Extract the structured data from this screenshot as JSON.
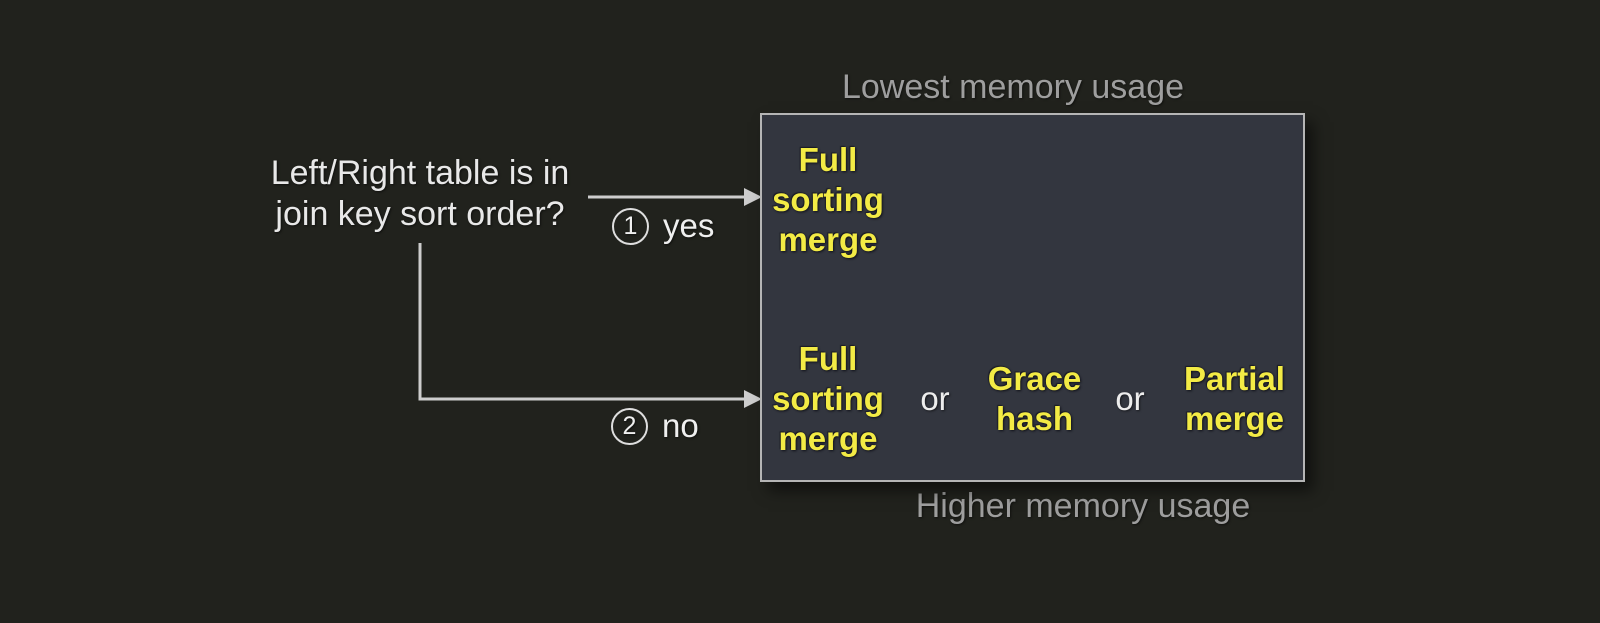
{
  "question": {
    "text": "Left/Right table is in\njoin key sort order?"
  },
  "branches": {
    "yes": {
      "number": "1",
      "label": "yes"
    },
    "no": {
      "number": "2",
      "label": "no"
    }
  },
  "memory_labels": {
    "top": "Lowest memory usage",
    "bottom": "Higher memory usage"
  },
  "algorithm_box": {
    "sorted_options": [
      "Full\nsorting\nmerge"
    ],
    "unsorted_options": [
      "Full\nsorting\nmerge",
      "Grace\nhash",
      "Partial\nmerge"
    ],
    "separator": "or"
  },
  "colors": {
    "background": "#21221d",
    "box_fill": "#33363f",
    "box_border": "#b5b5b5",
    "highlight": "#f3eb45",
    "text": "#e8e8e8",
    "muted": "#9e9e9e",
    "line": "#cdcdcd"
  }
}
